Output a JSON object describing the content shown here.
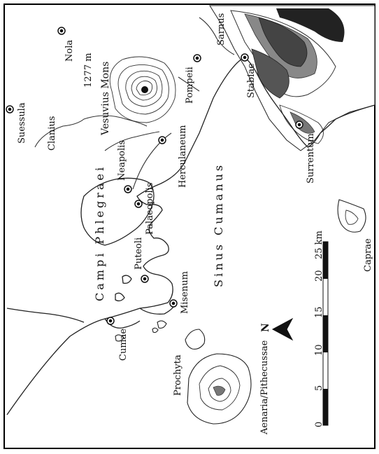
{
  "labels": {
    "nola": "Nola",
    "suessula": "Suessula",
    "clanius": "Clanius",
    "vesuvius": "Vesuvius Mons",
    "elevation": "1277 m",
    "sarnus": "Sarnus",
    "pompeii": "Pompeii",
    "stabiae": "Stabiae",
    "herculaneum": "Herculaneum",
    "neapolis": "Neapolis",
    "palaeopolis": "Palaeopolis",
    "surrentum": "Surrentum",
    "campi": "Campi Phlegraei",
    "puteoli": "Puteoli",
    "sinus": "Sinus Cumanus",
    "misenum": "Misenum",
    "cumae": "Cumae",
    "prochyta": "Prochyta",
    "aenaria": "Aenaria/Pithecussae",
    "capreae": "Caprae",
    "north": "N"
  },
  "scale_bar": {
    "ticks": [
      "0",
      "5",
      "10",
      "15",
      "20",
      "25 km"
    ]
  }
}
